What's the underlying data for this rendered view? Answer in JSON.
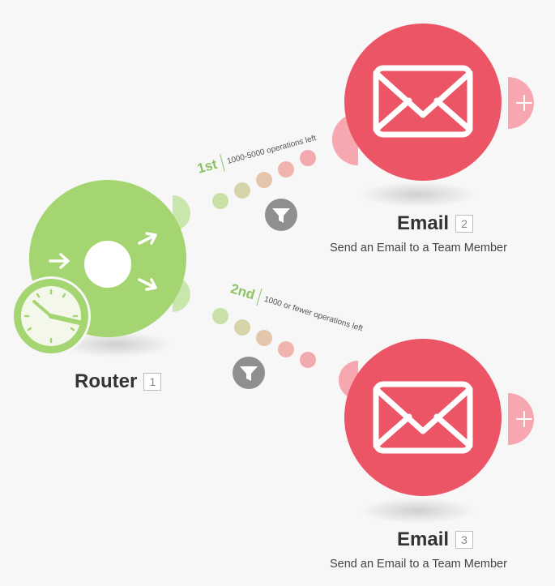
{
  "colors": {
    "router_green": "#a5d571",
    "router_light": "#c9e7ad",
    "email_red": "#ec5565",
    "email_light": "#f6a7b0",
    "filter_gray": "#8f8f8f",
    "route_green": "#8cc265"
  },
  "router": {
    "title": "Router",
    "id": "1",
    "icon": "router-arrows-icon",
    "badge_icon": "clock-icon"
  },
  "routes": [
    {
      "order": "1st",
      "description": "1000-5000 operations left",
      "filter_icon": "filter-funnel-icon"
    },
    {
      "order": "2nd",
      "description": "1000 or fewer operations left",
      "filter_icon": "filter-funnel-icon"
    }
  ],
  "modules": [
    {
      "title": "Email",
      "id": "2",
      "subtitle": "Send an Email to a Team Member",
      "icon": "envelope-icon",
      "add_icon": "plus-icon"
    },
    {
      "title": "Email",
      "id": "3",
      "subtitle": "Send an Email to a Team Member",
      "icon": "envelope-icon",
      "add_icon": "plus-icon"
    }
  ]
}
